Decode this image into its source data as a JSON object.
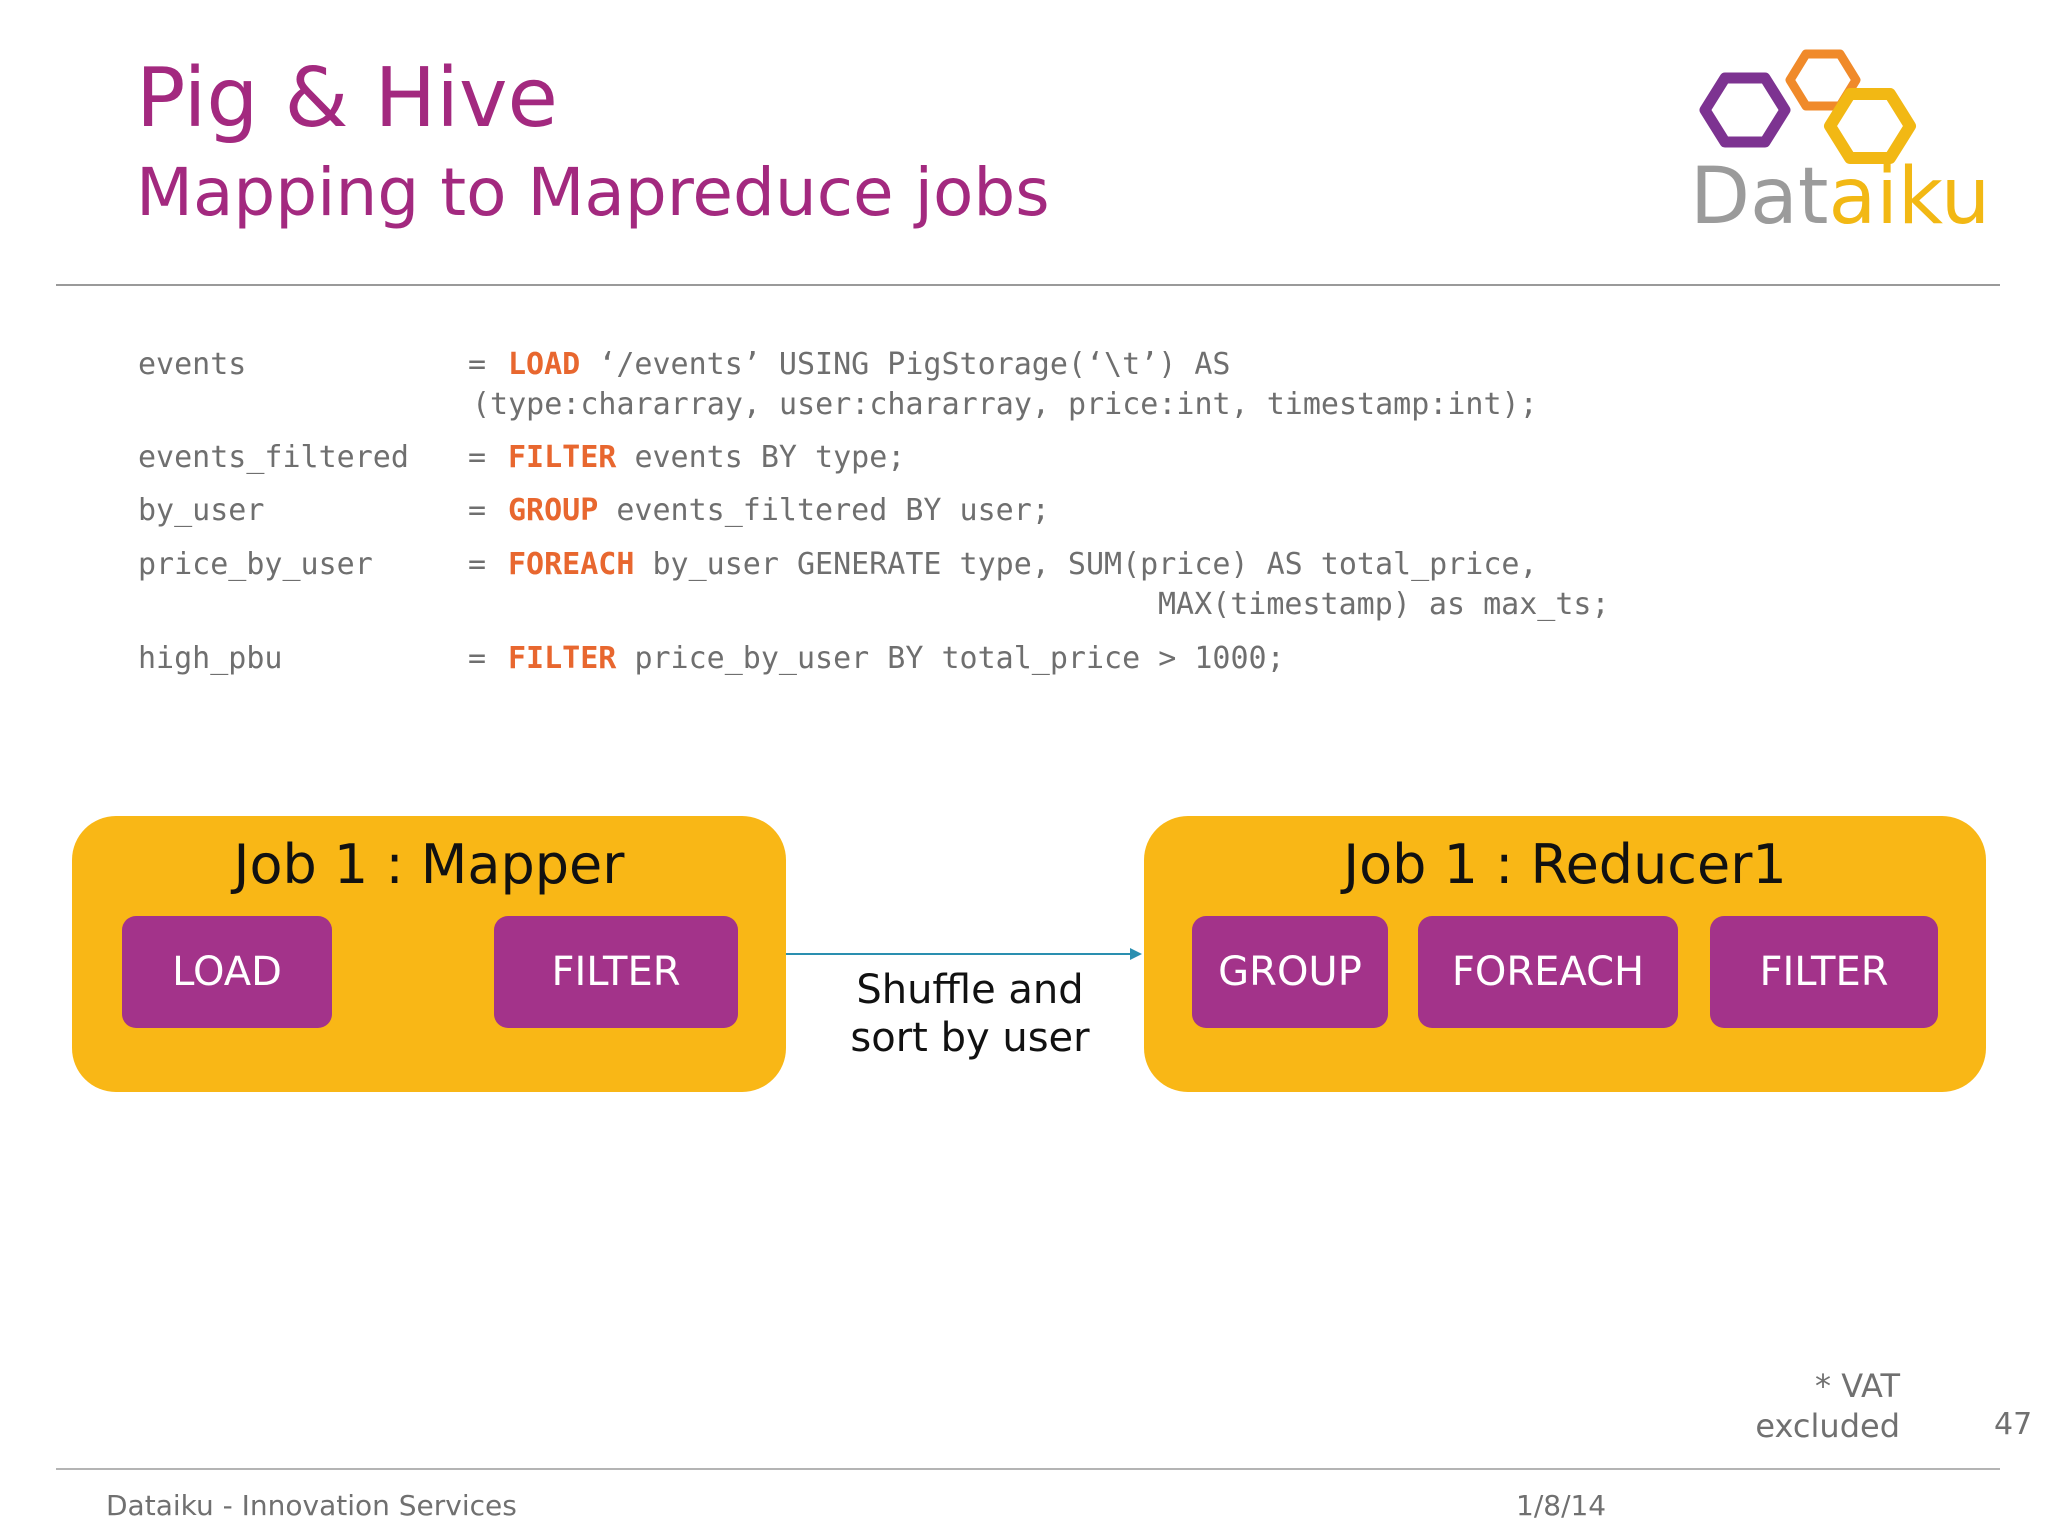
{
  "header": {
    "title": "Pig & Hive",
    "subtitle": "Mapping to Mapreduce jobs"
  },
  "logo": {
    "text_part1": "Dat",
    "text_part2": "aiku",
    "colors": {
      "grey": "#9b9b9b",
      "purple": "#7d3391",
      "gold": "#f2b814"
    }
  },
  "code": {
    "lines": [
      {
        "var": "events",
        "eq": "=",
        "keyword": "LOAD",
        "rest": "‘/events’ USING PigStorage(‘\\t’) AS"
      },
      {
        "var": "",
        "eq": "",
        "keyword": "",
        "rest": "(type:chararray, user:chararray, price:int, timestamp:int);"
      },
      {
        "var": "events_filtered",
        "eq": "=",
        "keyword": "FILTER",
        "rest": "events BY type;"
      },
      {
        "var": "by_user",
        "eq": "=",
        "keyword": "GROUP",
        "rest": "events_filtered BY user;"
      },
      {
        "var": "price_by_user",
        "eq": "=",
        "keyword": "FOREACH",
        "rest": "by_user GENERATE type, SUM(price) AS total_price,"
      },
      {
        "var": "",
        "eq": "",
        "keyword": "",
        "rest": "MAX(timestamp) as max_ts;"
      },
      {
        "var": "high_pbu",
        "eq": "=",
        "keyword": "FILTER",
        "rest": "price_by_user BY total_price > 1000;"
      }
    ]
  },
  "diagram": {
    "mapper": {
      "title": "Job 1 : Mapper",
      "ops": [
        "LOAD",
        "FILTER"
      ]
    },
    "reducer": {
      "title": "Job 1 : Reducer1",
      "ops": [
        "GROUP",
        "FOREACH",
        "FILTER"
      ]
    },
    "edge_label_line1": "Shuffle and",
    "edge_label_line2": "sort by user"
  },
  "note": {
    "line1": "* VAT",
    "line2": "excluded"
  },
  "page_number": "47",
  "footer": {
    "left": "Dataiku - Innovation Services",
    "date": "1/8/14"
  },
  "colors": {
    "accent": "#a3297f",
    "job_fill": "#f9b716",
    "op_fill": "#a3338a",
    "keyword": "#e8672f",
    "arrow": "#2a8fb0"
  }
}
